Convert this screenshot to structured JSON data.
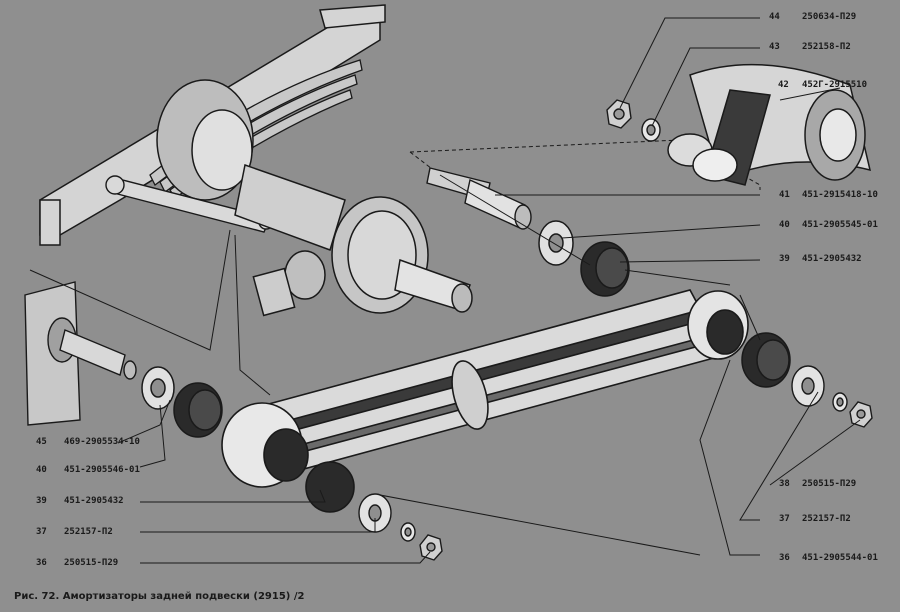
{
  "figure": {
    "caption": "Рис. 72. Амортизаторы задней подвески (2915) /2"
  },
  "callouts": [
    {
      "num": "44",
      "code": "250634-П29"
    },
    {
      "num": "43",
      "code": "252158-П2"
    },
    {
      "num": "42",
      "code": "452Г-2915510"
    },
    {
      "num": "41",
      "code": "451-2915418-10"
    },
    {
      "num": "40",
      "code": "451-2905545-01"
    },
    {
      "num": "39",
      "code": "451-2905432"
    },
    {
      "num": "38",
      "code": "250515-П29"
    },
    {
      "num": "37",
      "code": "252157-П2"
    },
    {
      "num": "36",
      "code": "451-2905544-01"
    },
    {
      "num": "45",
      "code": "469-2905534-10"
    },
    {
      "num": "40",
      "code": "451-2905546-01"
    },
    {
      "num": "39",
      "code": "451-2905432"
    },
    {
      "num": "37",
      "code": "252157-П2"
    },
    {
      "num": "36",
      "code": "250515-П29"
    }
  ],
  "colors": {
    "background": "#8f8f8f",
    "ink": "#1a1a1a",
    "highlight": "#d9d9d9"
  }
}
